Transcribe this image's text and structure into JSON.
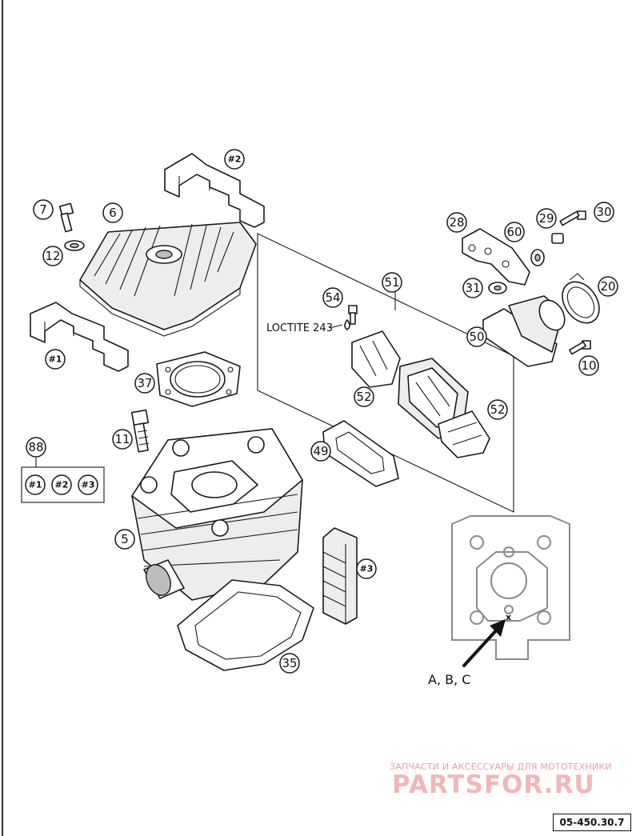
{
  "callouts": {
    "c5": "5",
    "c6": "6",
    "c7": "7",
    "c10": "10",
    "c11": "11",
    "c12": "12",
    "c20": "20",
    "c28": "28",
    "c29": "29",
    "c30": "30",
    "c31": "31",
    "c35": "35",
    "c37": "37",
    "c49": "49",
    "c50": "50",
    "c51": "51",
    "c52a": "52",
    "c52b": "52",
    "c54": "54",
    "c60": "60",
    "c88": "88",
    "h1": "#1",
    "h2": "#2",
    "h3": "#3",
    "kit1": "#1",
    "kit2": "#2",
    "kit3": "#3"
  },
  "labels": {
    "loctite": "LOCTITE 243",
    "marking": "A, B, C",
    "mark_x": "x"
  },
  "watermark": {
    "line1": "ЗАПЧАСТИ И АКСЕССУАРЫ ДЛЯ МОТОТЕХНИКИ",
    "line2": "PARTSFOR.RU"
  },
  "diagram_code": "05-450.30.7"
}
